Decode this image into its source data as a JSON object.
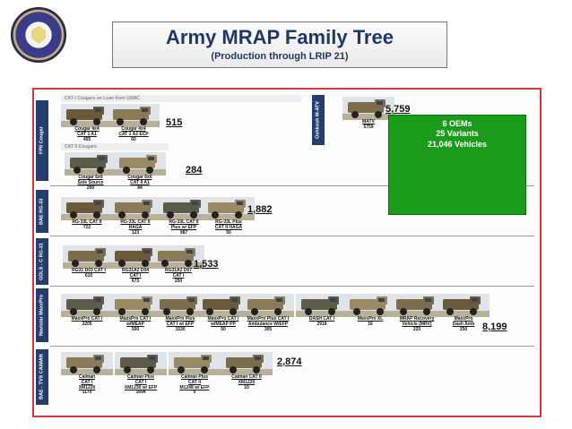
{
  "title": "Army MRAP Family Tree",
  "subtitle": "(Production through LRIP 21)",
  "colors": {
    "frame": "#d43a3a",
    "rowlabel": "#243d6e",
    "summary": "#1a9b1a",
    "title": "#1f3864"
  },
  "rows": [
    {
      "label": "FPII Cougar"
    },
    {
      "label": "BAE RG-33"
    },
    {
      "label": "GDLS - C RG-31"
    },
    {
      "label": "Navistar MaxxPro"
    },
    {
      "label": "BAE - TVS CAIMAN"
    }
  ],
  "oshkosh_label": "Oshkosh M-ATV",
  "bands": {
    "usmc": "CAT I Cougars on Loan from USMC",
    "cat2": "CAT II Cougars"
  },
  "totals": {
    "cougar_usmc": "515",
    "cougar_cat2": "284",
    "rg33": "1,882",
    "rg31": "1,533",
    "maxxpro": "8,199",
    "caiman": "2,874",
    "matv": "5,759"
  },
  "summary": {
    "line1": "6 OEMs",
    "line2": "25 Variants",
    "line3": "21,046 Vehicles"
  },
  "vehicles": {
    "cougar": [
      {
        "name": "Cougar 4x4\nCAT 1 A1",
        "count": "455"
      },
      {
        "name": "Cougar 4x4\nCAT 1 A2 ECP",
        "count": "60"
      },
      {
        "name": "Cougar 6x6\nSole Source",
        "count": "200"
      },
      {
        "name": "Cougar 6x6\nCAT II A1",
        "count": "84"
      }
    ],
    "matv": [
      {
        "name": "MATV",
        "count": "5759"
      }
    ],
    "rg33": [
      {
        "name": "RG-33L CAT II",
        "count": "722"
      },
      {
        "name": "RG-33L CAT II\nHAGA",
        "count": "123"
      },
      {
        "name": "RG-33L CAT II\nPlus w/ EFP",
        "count": "987"
      },
      {
        "name": "RG-33L Plus\nCAT II HAGA",
        "count": "50"
      }
    ],
    "rg31": [
      {
        "name": "RG31 D03 CAT I",
        "count": "610"
      },
      {
        "name": "RG31A2 D04\nCAT I",
        "count": "673"
      },
      {
        "name": "RG31A2 D07\nCAT I",
        "count": "250"
      }
    ],
    "maxxpro": [
      {
        "name": "MaxxPro CAT I",
        "count": "2205"
      },
      {
        "name": "MaxxPro CAT I\nw/MEAP",
        "count": "500"
      },
      {
        "name": "MaxxPro Plus\nCAT I w/ EFP",
        "count": "1530"
      },
      {
        "name": "MaxxPro CAT I\nw/MEAP PP",
        "count": "50"
      },
      {
        "name": "MaxxPro Plus CAT I\nAmbulance W/EFP",
        "count": "305"
      },
      {
        "name": "DASH CAT I",
        "count": "2918"
      },
      {
        "name": "MaxxPro XL",
        "count": "16"
      },
      {
        "name": "MRAP Recovery\nVehicle (MRV)",
        "count": "225"
      },
      {
        "name": "MaxxPro\nDash Amb",
        "count": "250"
      }
    ],
    "caiman": [
      {
        "name": "Caiman\nCAT I\nXM1220",
        "count": "1170"
      },
      {
        "name": "Caiman Plus\nCAT I\nXM1230 w/ EFP",
        "count": "1694"
      },
      {
        "name": "Caiman Plus\nCAT II\nM1248 w/ EFP",
        "count": "0"
      },
      {
        "name": "Caiman CAT II\nXM1220",
        "count": "10"
      }
    ]
  }
}
